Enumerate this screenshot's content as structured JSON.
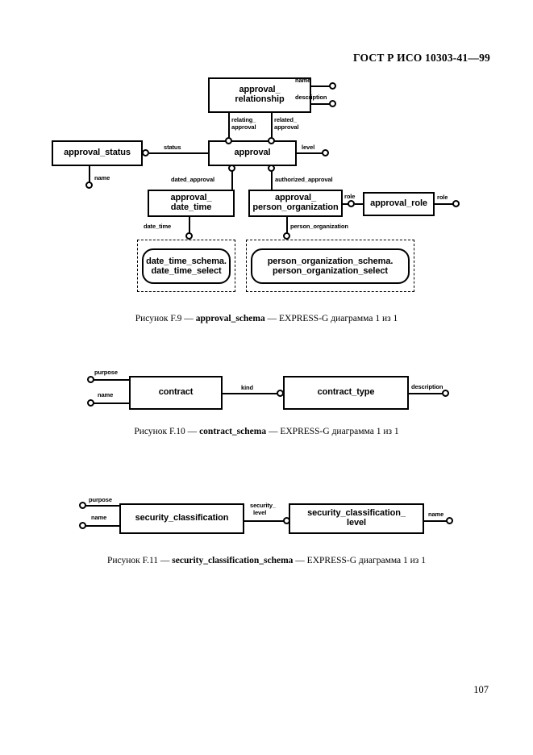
{
  "document": {
    "header": "ГОСТ Р ИСО 10303-41—99",
    "page_number": "107"
  },
  "figures": [
    {
      "id": "F.9",
      "caption_prefix": "Рисунок F.9 — ",
      "caption_schema": "approval_schema",
      "caption_suffix": " — EXPRESS-G диаграмма 1 из 1",
      "entities": {
        "approval_relationship_l1": "approval_",
        "approval_relationship_l2": "relationship",
        "approval_status": "approval_status",
        "approval": "approval",
        "approval_date_time_l1": "approval_",
        "approval_date_time_l2": "date_time",
        "approval_person_organization_l1": "approval_",
        "approval_person_organization_l2": "person_organization",
        "approval_role": "approval_role",
        "date_time_select_l1": "date_time_schema.",
        "date_time_select_l2": "date_time_select",
        "person_organization_select_l1": "person_organization_schema.",
        "person_organization_select_l2": "person_organization_select"
      },
      "labels": {
        "name_ar": "name",
        "description_ar": "description",
        "relating_approval_l1": "relating_",
        "relating_approval_l2": "approval",
        "related_approval_l1": "related_",
        "related_approval_l2": "approval",
        "status": "status",
        "level": "level",
        "name_as": "name",
        "dated_approval": "dated_approval",
        "authorized_approval": "authorized_approval",
        "role_apo": "role",
        "role_ar": "role",
        "date_time": "date_time",
        "person_organization": "person_organization"
      }
    },
    {
      "id": "F.10",
      "caption_prefix": "Рисунок F.10 — ",
      "caption_schema": "contract_schema",
      "caption_suffix": " — EXPRESS-G диаграмма 1 из 1",
      "entities": {
        "contract": "contract",
        "contract_type": "contract_type"
      },
      "labels": {
        "purpose": "purpose",
        "name": "name",
        "kind": "kind",
        "description": "description"
      }
    },
    {
      "id": "F.11",
      "caption_prefix": "Рисунок F.11 — ",
      "caption_schema": "security_classification_schema",
      "caption_suffix": " — EXPRESS-G диаграмма 1 из 1",
      "entities": {
        "security_classification": "security_classification",
        "security_classification_level_l1": "security_classification_",
        "security_classification_level_l2": "level"
      },
      "labels": {
        "purpose": "purpose",
        "name_left": "name",
        "security_level_l1": "security_",
        "security_level_l2": "level",
        "name_right": "name"
      }
    }
  ]
}
